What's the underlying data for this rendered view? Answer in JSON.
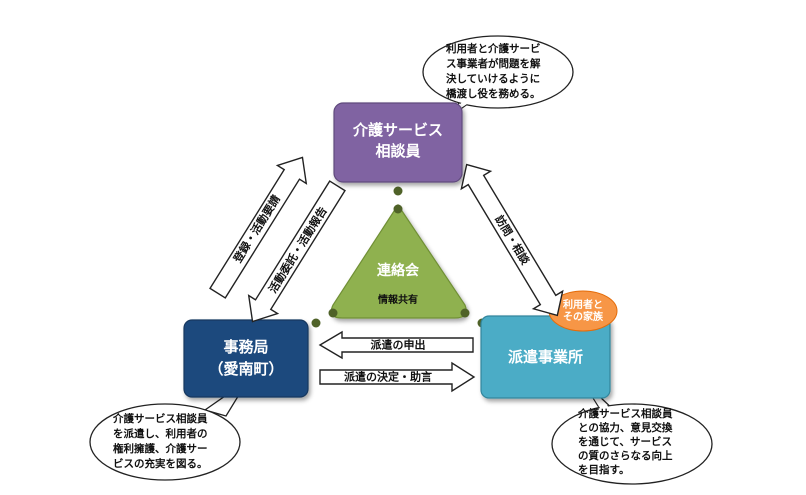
{
  "nodes": {
    "care_consultant": {
      "line1": "介護サービス",
      "line2": "相談員",
      "color": "#8064a2"
    },
    "office": {
      "line1": "事務局",
      "line2": "（愛南町）",
      "color": "#1f497d"
    },
    "dispatch": {
      "label": "派遣事業所",
      "color": "#4bacc6"
    },
    "liaison": {
      "title": "連絡会",
      "subtitle": "情報共有",
      "color": "#8fb14f"
    },
    "family_badge": {
      "line1": "利用者と",
      "line2": "その家族",
      "color": "#f79646"
    }
  },
  "arrows": {
    "registration": "登録・活動要請",
    "activity_report": "活動委託・活動報告",
    "visit_consult": "訪問・相談",
    "dispatch_request": "派遣の申出",
    "dispatch_decision": "派遣の決定・助言"
  },
  "bubbles": {
    "top": [
      "利用者と介護サービ",
      "ス事業者が問題を解",
      "決していけるように",
      "橋渡し役を務める。"
    ],
    "left": [
      "介護サービス相談員",
      "を派遣し、利用者の",
      "権利擁護、介護サー",
      "ビスの充実を図る。"
    ],
    "right": [
      "介護サービス相談員",
      "との協力、意見交換",
      "を通じて、サービス",
      "の質のさらなる向上",
      "を目指す。"
    ]
  }
}
